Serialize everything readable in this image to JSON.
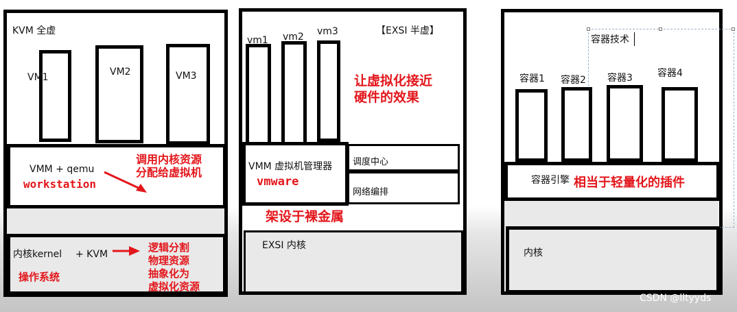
{
  "left": {
    "title": "KVM 全虚",
    "vms": [
      "VM1",
      "VM2",
      "VM3"
    ],
    "vmm_label": "VMM + qemu",
    "workstation": "workstation",
    "note_vmm_line1": "调用内核资源",
    "note_vmm_line2": "分配给虚拟机",
    "kernel_label": "内核kernel",
    "kvm_label": "+ KVM",
    "os_label": "操作系统",
    "note_kernel": [
      "逻辑分割",
      "物理资源",
      "抽象化为",
      "虚拟化资源"
    ]
  },
  "middle": {
    "title": "【EXSI 半虚】",
    "vms": [
      "vm1",
      "vm2",
      "vm3"
    ],
    "note_line1": "让虚拟化接近",
    "note_line2": "硬件的效果",
    "vmm_label": "VMM 虚拟机管理器",
    "vmware": "vmware",
    "sched": "调度中心",
    "net": "网络编排",
    "baremetal": "架设于裸金属",
    "kernel": "EXSI 内核"
  },
  "right": {
    "title": "容器技术",
    "containers": [
      "容器1",
      "容器2",
      "容器3",
      "容器4"
    ],
    "engine": "容器引擎",
    "engine_note": "相当于轻量化的插件",
    "kernel": "内核"
  },
  "watermark": "CSDN @lltyyds"
}
